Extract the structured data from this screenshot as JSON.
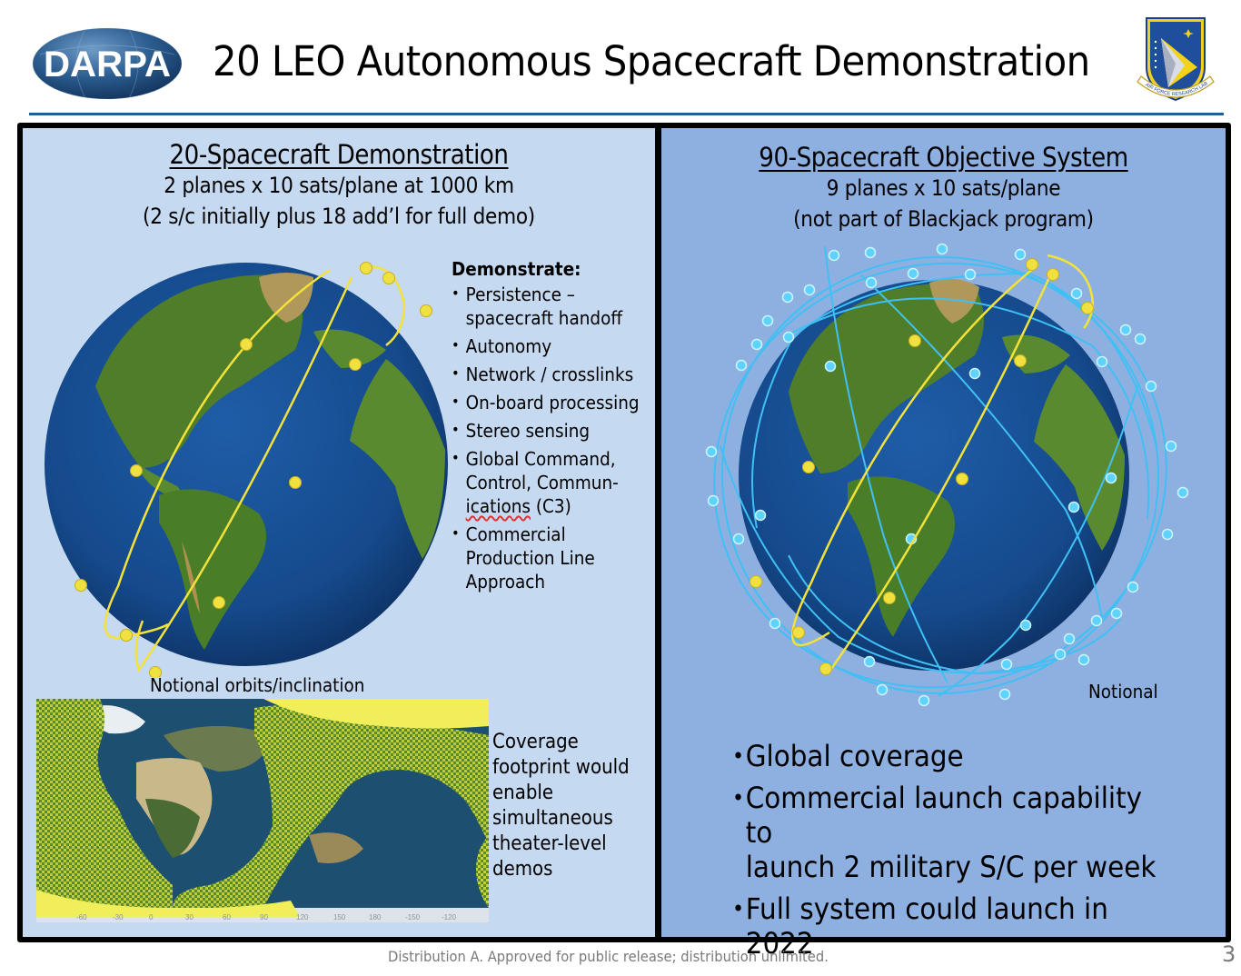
{
  "header": {
    "logo_left": "DARPA",
    "title": "20 LEO Autonomous Spacecraft Demonstration",
    "logo_right_text": "AIR FORCE RESEARCH LABORATORY"
  },
  "left_panel": {
    "title": "20-Spacecraft Demonstration",
    "subtitle_1": "2 planes x 10 sats/plane at 1000 km",
    "subtitle_2": "(2 s/c initially plus 18 add’l for full demo)",
    "demonstrate": {
      "heading": "Demonstrate:",
      "items": [
        {
          "line1": "Persistence –",
          "line2": "spacecraft handoff"
        },
        {
          "line1": "Autonomy"
        },
        {
          "line1": "Network / crosslinks"
        },
        {
          "line1": "On-board processing"
        },
        {
          "line1": "Stereo sensing"
        },
        {
          "line1": "Global Command,",
          "line2": "Control, Commun-",
          "line3a": "ications",
          "line3b": " (C3)"
        },
        {
          "line1": "Commercial",
          "line2": "Production Line",
          "line3": "Approach"
        }
      ]
    },
    "globe_caption": "Notional orbits/inclination",
    "map_axis_ticks": [
      "-60",
      "-30",
      "0",
      "30",
      "60",
      "90",
      "120",
      "150",
      "180",
      "-150",
      "-120"
    ],
    "coverage_text": [
      "Coverage",
      "footprint would",
      "enable",
      "simultaneous",
      "theater-level",
      "demos"
    ]
  },
  "right_panel": {
    "title": "90-Spacecraft Objective System",
    "subtitle_1": "9 planes x 10 sats/plane",
    "subtitle_2": "(not part of Blackjack program)",
    "globe_caption": "Notional",
    "bullets": [
      "Global coverage",
      "Commercial launch capability to",
      "launch 2 military S/C per week",
      "Full system could launch in 2022"
    ]
  },
  "footer": {
    "distribution": "Distribution A.  Approved for public release;  distribution unlimited.",
    "page_number": "3"
  },
  "colors": {
    "left_panel_bg": "#c5d9f0",
    "right_panel_bg": "#8eb0e0",
    "frame": "#000000",
    "header_rule": "#1f5f99",
    "orbit_yellow": "#f2e23a",
    "orbit_cyan": "#3fc0f5",
    "footer_text": "#7a7a7a"
  }
}
